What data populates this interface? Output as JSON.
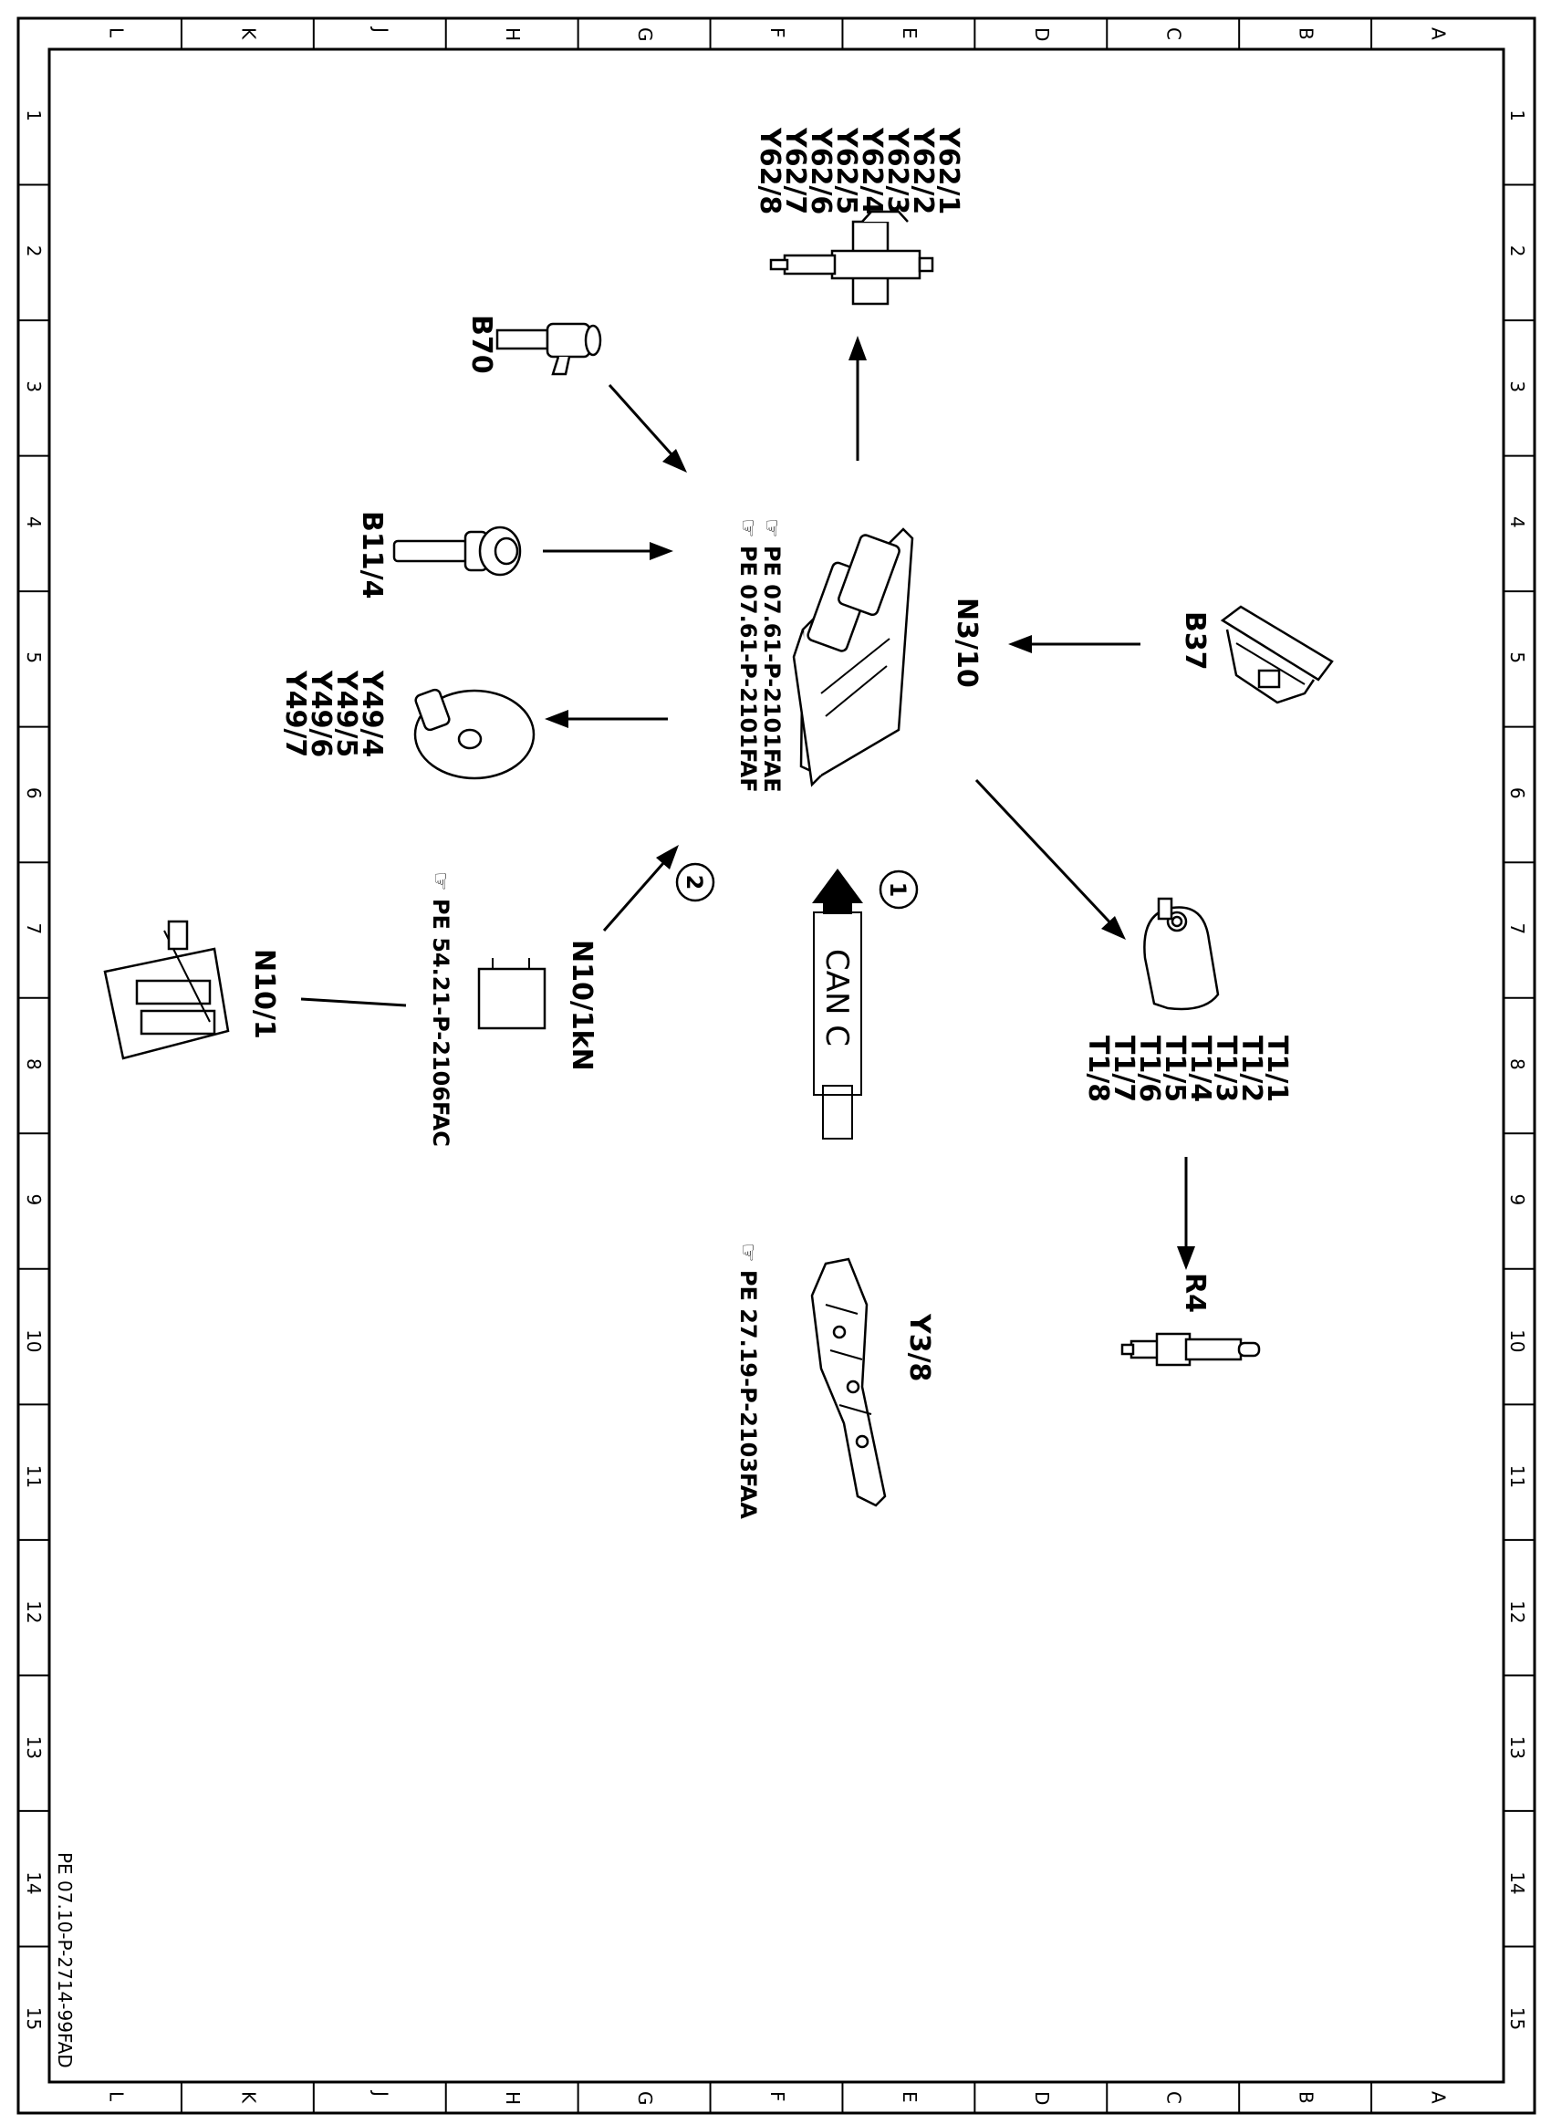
{
  "sheet": {
    "column_letters": [
      "L",
      "K",
      "J",
      "H",
      "G",
      "F",
      "E",
      "D",
      "C",
      "B",
      "A"
    ],
    "row_numbers": [
      "1",
      "2",
      "3",
      "4",
      "5",
      "6",
      "7",
      "8",
      "9",
      "10",
      "11",
      "12",
      "13",
      "14",
      "15"
    ],
    "document_number": "PE 07.10-P-2714-99FAD"
  },
  "components": {
    "injectors": [
      "Y62/1",
      "Y62/2",
      "Y62/3",
      "Y62/4",
      "Y62/5",
      "Y62/6",
      "Y62/7",
      "Y62/8"
    ],
    "camshaft_sensor": "B70",
    "temp_sensor": "B11/4",
    "camshaft_adjusters": [
      "Y49/4",
      "Y49/5",
      "Y49/6",
      "Y49/7"
    ],
    "ecu": "N3/10",
    "ecu_refs": [
      "PE 07.61-P-2101FAE",
      "PE 07.61-P-2101FAF"
    ],
    "pedal_sensor": "B37",
    "ignition_coils": [
      "T1/1",
      "T1/2",
      "T1/3",
      "T1/4",
      "T1/5",
      "T1/6",
      "T1/7",
      "T1/8"
    ],
    "spark_plug": "R4",
    "relay": "N10/1kN",
    "sam": "N10/1",
    "sam_ref": "PE 54.21-P-2106FAC",
    "transmission_control": "Y3/8",
    "transmission_ref": "PE 27.19-P-2103FAA",
    "can_bus": "CAN C",
    "callout_1": "1",
    "callout_2": "2"
  }
}
